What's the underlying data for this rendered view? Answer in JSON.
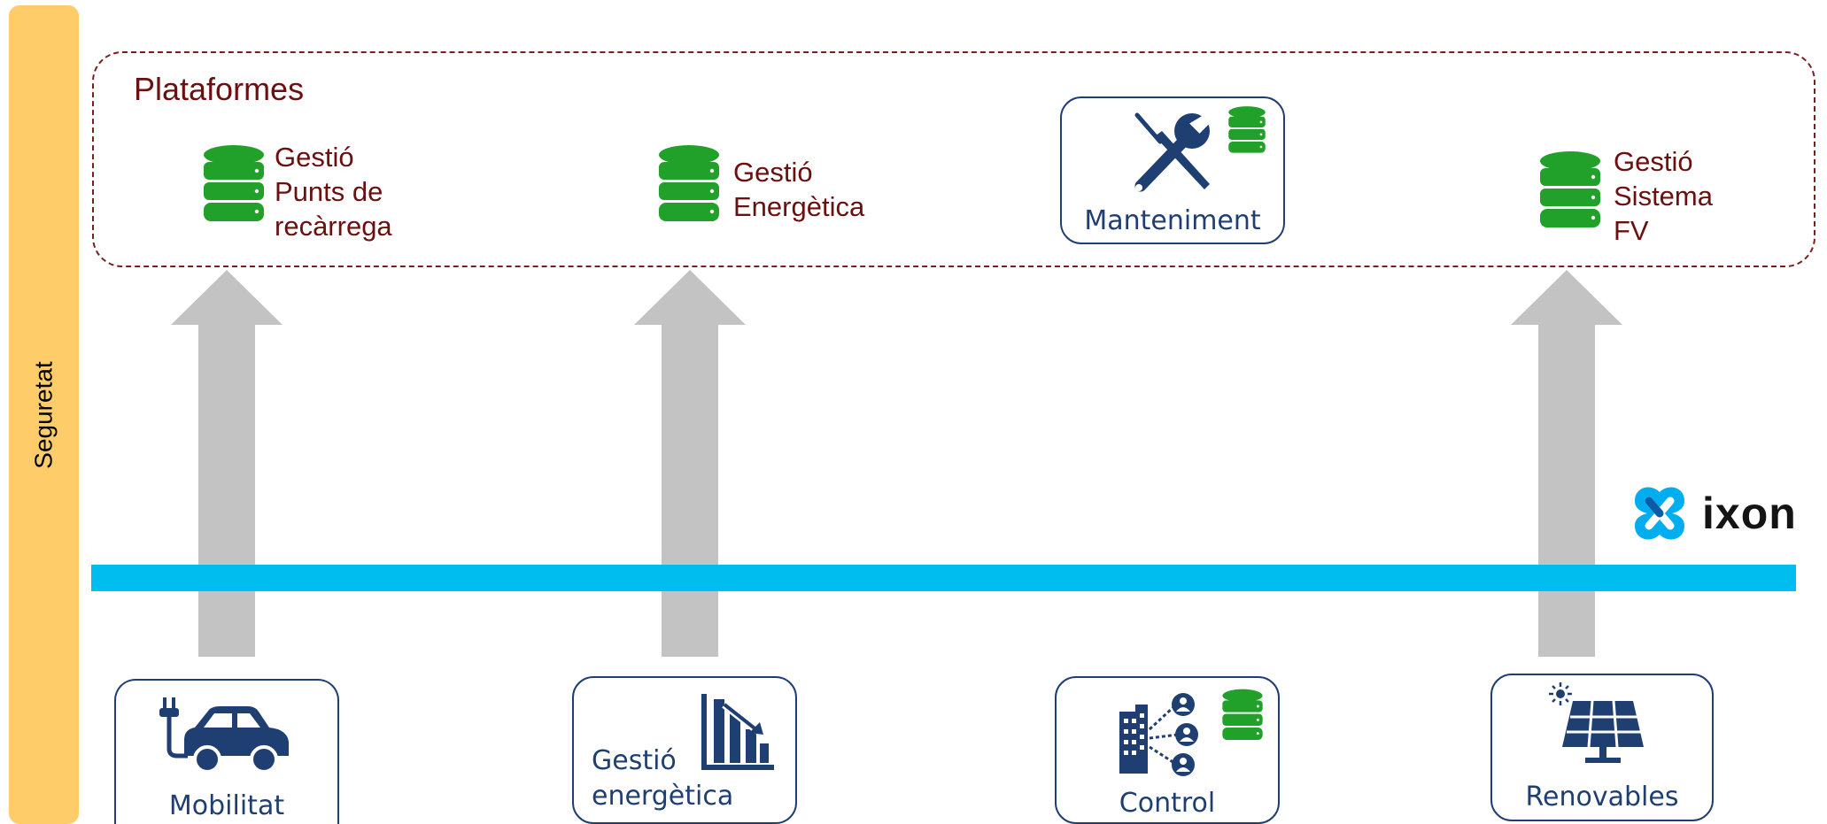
{
  "security": {
    "label": "Seguretat"
  },
  "platforms": {
    "title": "Plataformes",
    "items": [
      {
        "lines": [
          "Gestió",
          "Punts de",
          "recàrrega"
        ]
      },
      {
        "lines": [
          "Gestió",
          "Energètica"
        ]
      },
      {
        "label": "Manteniment"
      },
      {
        "lines": [
          "Gestió",
          "Sistema",
          "FV"
        ]
      }
    ]
  },
  "ixon": {
    "brand": "ixon"
  },
  "sources": [
    {
      "label": "Mobilitat"
    },
    {
      "lines": [
        "Gestió",
        "energètica"
      ]
    },
    {
      "label": "Control"
    },
    {
      "label": "Renovables"
    }
  ],
  "colors": {
    "security_bar": "#fecd6a",
    "platform_border": "#7a1f1f",
    "platform_text": "#6b0f0f",
    "database_icon": "#21a12a",
    "arrow": "#c3c3c3",
    "ixon_line": "#00bdf0",
    "icon_blue": "#1f3f73"
  }
}
